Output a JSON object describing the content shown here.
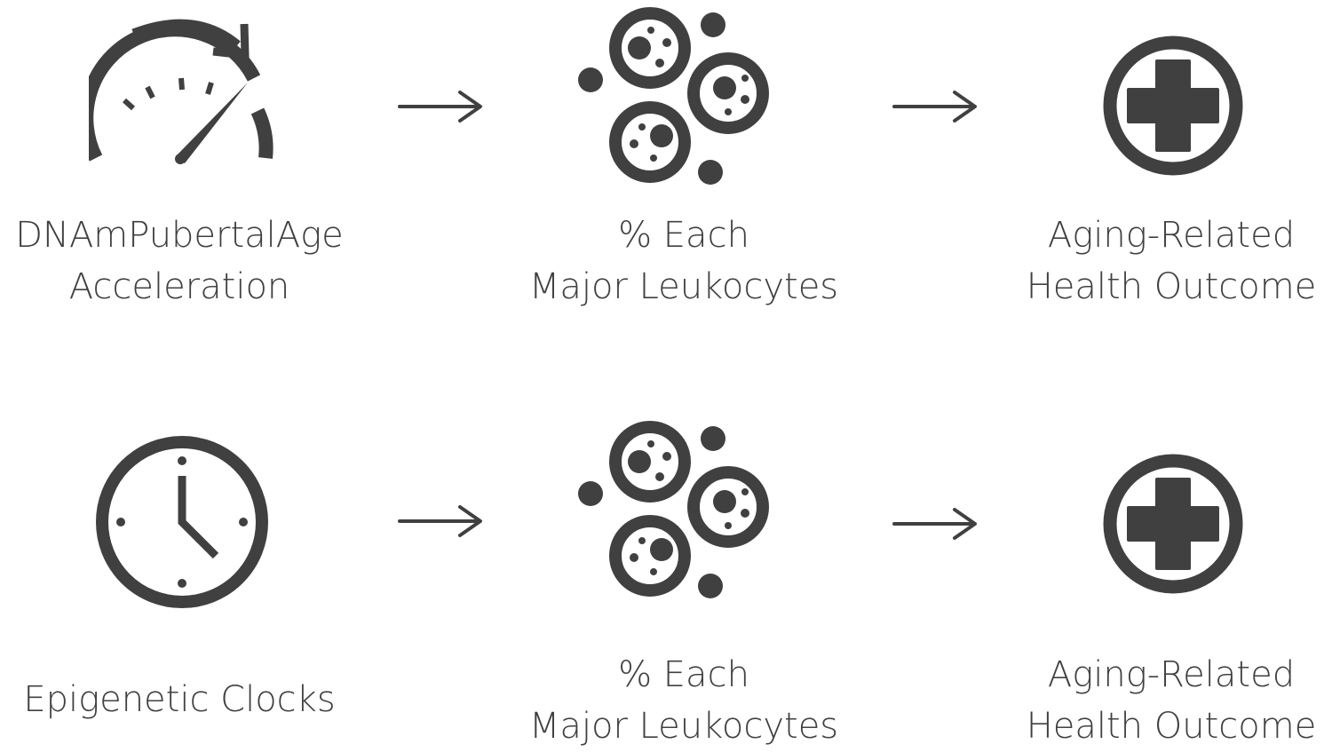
{
  "rows": [
    {
      "source": {
        "icon": "speedometer-icon",
        "lines": [
          "DNAmPubertalAge",
          "Acceleration"
        ]
      },
      "mediator": {
        "icon": "leukocytes-icon",
        "lines": [
          "% Each",
          "Major Leukocytes"
        ]
      },
      "outcome": {
        "icon": "medical-cross-icon",
        "lines": [
          "Aging-Related",
          "Health Outcome"
        ]
      }
    },
    {
      "source": {
        "icon": "clock-icon",
        "lines": [
          "Epigenetic Clocks"
        ]
      },
      "mediator": {
        "icon": "leukocytes-icon",
        "lines": [
          "% Each",
          "Major Leukocytes"
        ]
      },
      "outcome": {
        "icon": "medical-cross-icon",
        "lines": [
          "Aging-Related",
          "Health Outcome"
        ]
      }
    }
  ],
  "colors": {
    "icon": "#404040",
    "text": "#404040",
    "background": "#ffffff"
  }
}
